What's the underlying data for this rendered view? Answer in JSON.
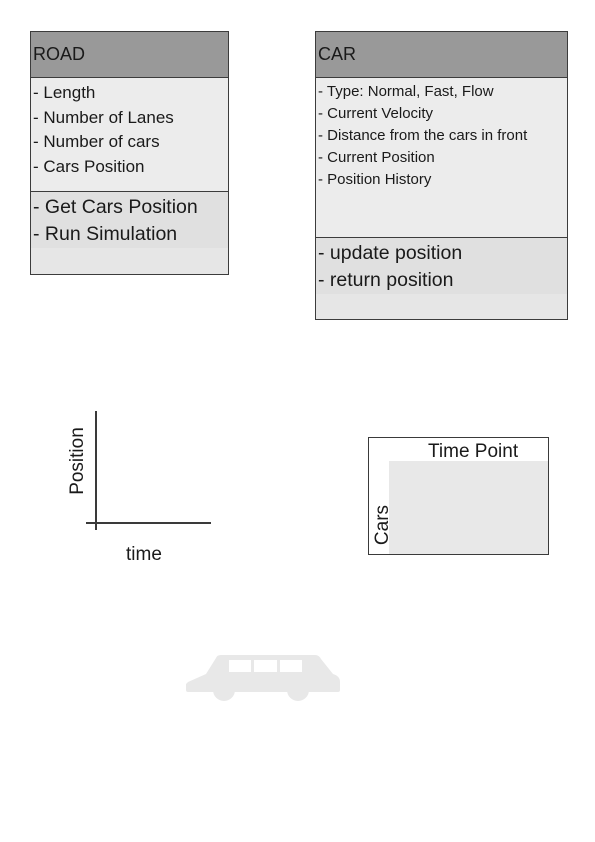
{
  "road": {
    "title": "ROAD",
    "attributes": [
      "- Length",
      "- Number of Lanes",
      "- Number of cars",
      "- Cars Position"
    ],
    "operations": [
      "- Get Cars Position",
      "- Run Simulation"
    ]
  },
  "car": {
    "title": "CAR",
    "attributes": [
      "- Type: Normal, Fast, Flow",
      "- Current Velocity",
      "- Distance from the cars in front",
      "- Current Position",
      "- Position History"
    ],
    "operations": [
      "- update position",
      "- return position"
    ]
  },
  "position_plot": {
    "y_label": "Position",
    "x_label": "time"
  },
  "time_table": {
    "header": "Time Point",
    "side_label": "Cars"
  },
  "colors": {
    "header_fill": "#999999",
    "box_fill": "#e6e6e6",
    "car_icon": "#e8e8e8"
  },
  "icons": {
    "car": "car-icon"
  }
}
